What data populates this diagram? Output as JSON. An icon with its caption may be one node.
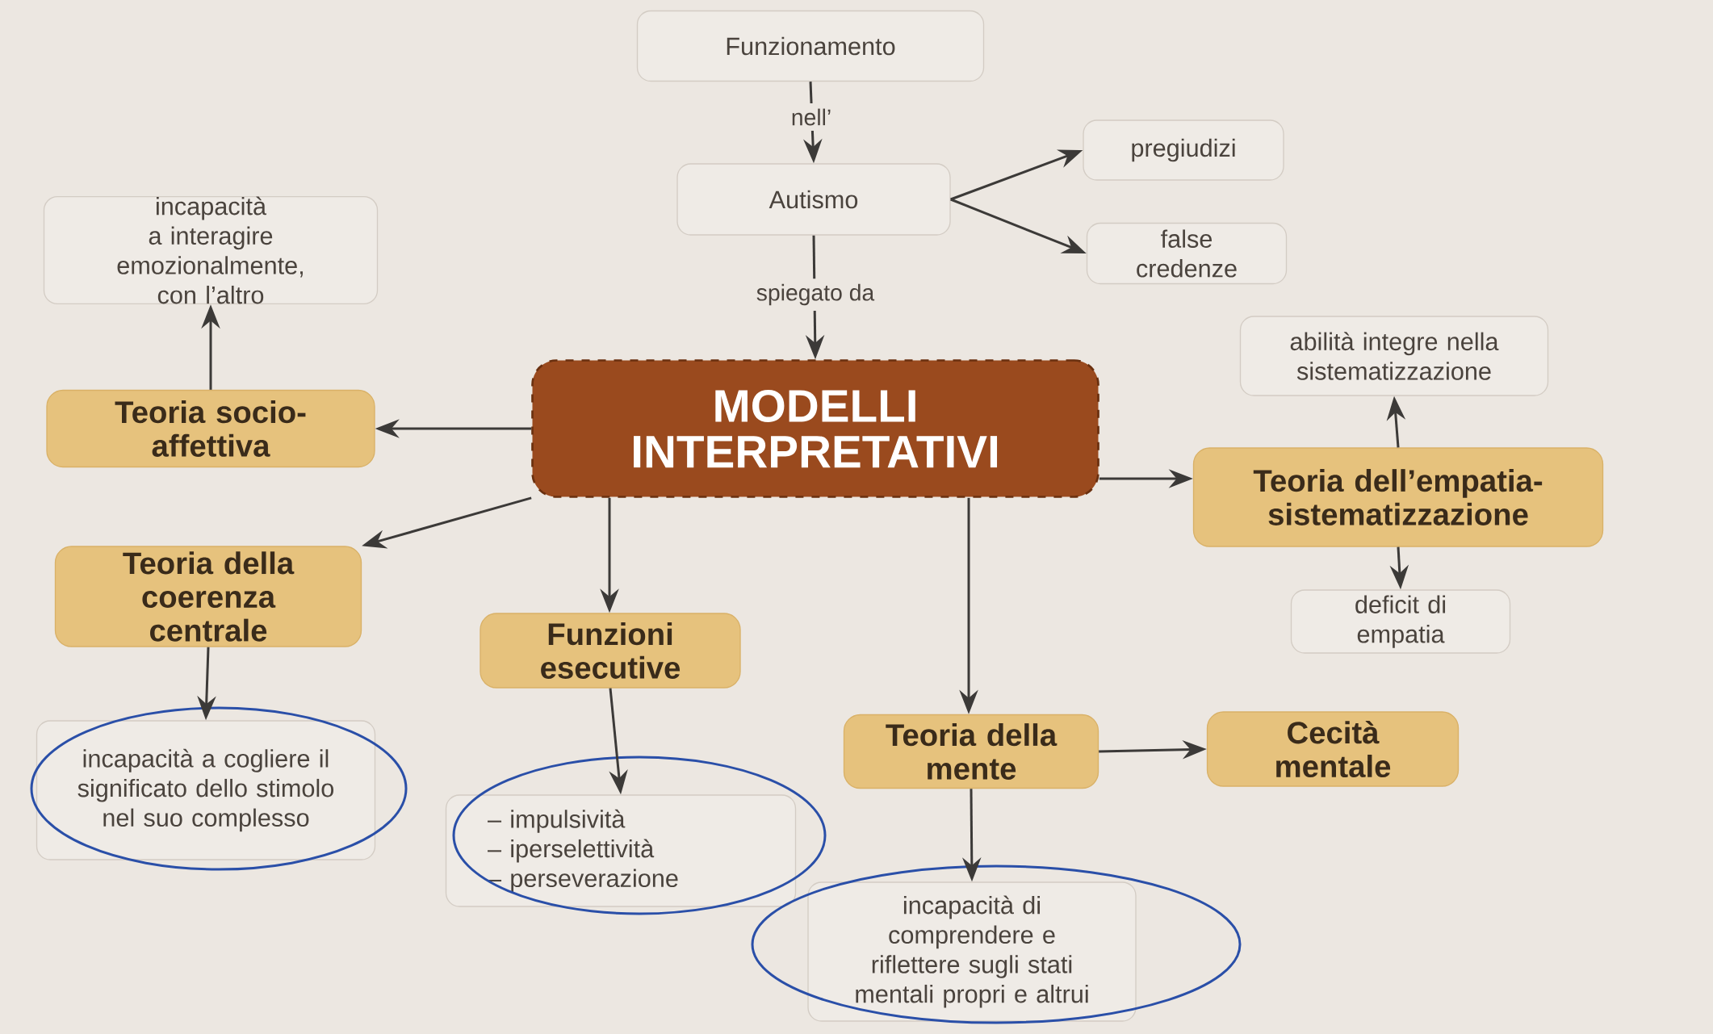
{
  "diagram": {
    "nodes": [
      {
        "text": [
          "Funzionamento"
        ]
      },
      {
        "text": [
          "Autismo"
        ]
      },
      {
        "text": [
          "pregiudizi"
        ]
      },
      {
        "text": [
          "false credenze"
        ]
      },
      {
        "text": [
          "incapacità a interagire emozionalmente, con l’altro"
        ]
      },
      {
        "text": [
          "MODELLI INTERPRETATIVI"
        ]
      },
      {
        "text": [
          "Teoria socio-affettiva"
        ]
      },
      {
        "text": [
          "abilità integre nella sistematizzazione"
        ]
      },
      {
        "text": [
          "Teoria dell’empatia-sistematizzazione"
        ]
      },
      {
        "text": [
          "Teoria della coerenza centrale"
        ]
      },
      {
        "text": [
          "Funzioni esecutive"
        ]
      },
      {
        "text": [
          "deficit di empatia"
        ]
      },
      {
        "text": [
          "incapacità a cogliere il significato dello stimolo nel suo complesso"
        ]
      },
      {
        "text": [
          "Teoria della mente"
        ]
      },
      {
        "text": [
          "Cecità mentale"
        ]
      },
      {
        "text": [
          "– impulsività",
          "– iperselettività",
          "– perseverazione"
        ]
      },
      {
        "text": [
          "incapacità di comprendere e riflettere sugli stati mentali propri e altrui"
        ]
      }
    ],
    "edges": [
      {
        "from": 0,
        "to": 1,
        "arrow": "to",
        "label": "nell’"
      },
      {
        "from": 1,
        "to": 2,
        "arrow": "to"
      },
      {
        "from": 1,
        "to": 3,
        "arrow": "to"
      },
      {
        "from": 1,
        "to": 5,
        "arrow": "to",
        "label": "spiegato da"
      },
      {
        "from": 5,
        "to": 6,
        "arrow": "to"
      },
      {
        "from": 5,
        "to": 8,
        "arrow": "to"
      },
      {
        "from": 5,
        "to": 9,
        "arrow": "to"
      },
      {
        "from": 5,
        "to": 10,
        "arrow": "to"
      },
      {
        "from": 5,
        "to": 13,
        "arrow": "to"
      },
      {
        "from": 6,
        "to": 4,
        "arrow": "to"
      },
      {
        "from": 8,
        "to": 7,
        "arrow": "to"
      },
      {
        "from": 8,
        "to": 11,
        "arrow": "to"
      },
      {
        "from": 9,
        "to": 12,
        "arrow": "to"
      },
      {
        "from": 10,
        "to": 15,
        "arrow": "to"
      },
      {
        "from": 13,
        "to": 14,
        "arrow": "to"
      },
      {
        "from": 13,
        "to": 16,
        "arrow": "to"
      }
    ]
  }
}
